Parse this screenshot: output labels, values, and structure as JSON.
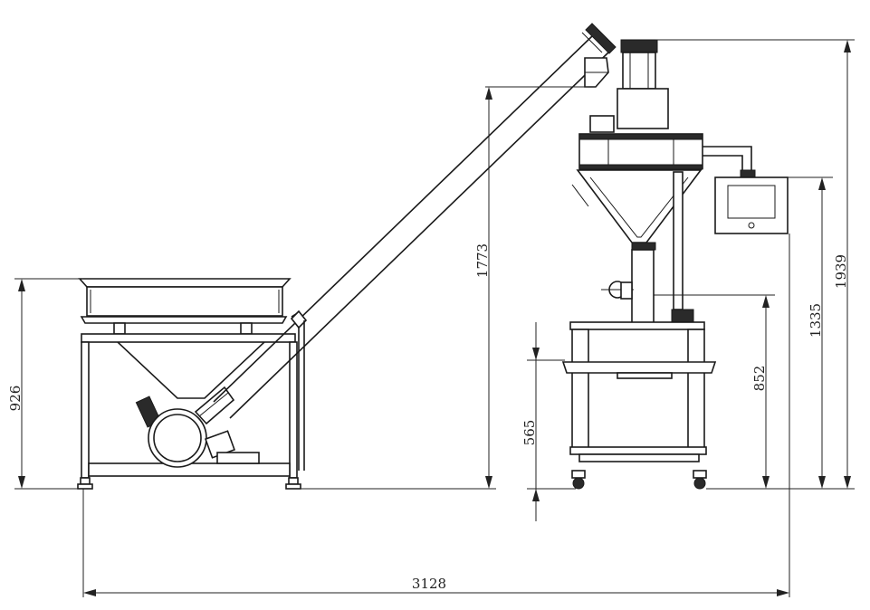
{
  "dimensions": {
    "overall_length": "3128",
    "hopper_height": "926",
    "screw_height": "1773",
    "stand_height": "565",
    "filler_outlet_height": "852",
    "screen_height": "1335",
    "total_height": "1939"
  }
}
